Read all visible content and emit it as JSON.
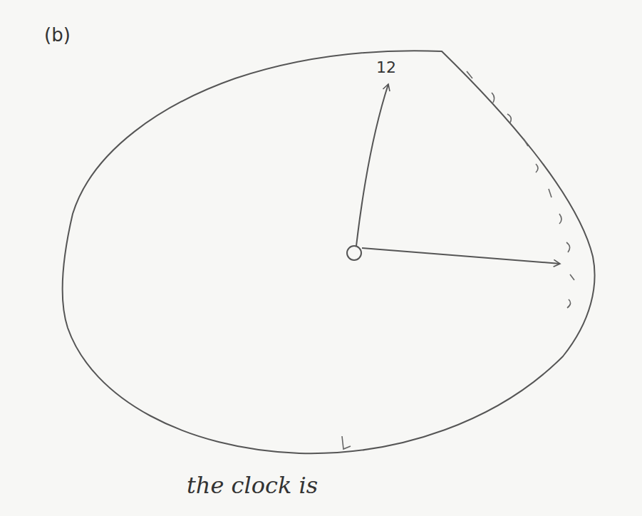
{
  "diagram": {
    "labels": [
      "(b)",
      "12",
      "the clock is"
    ]
  }
}
